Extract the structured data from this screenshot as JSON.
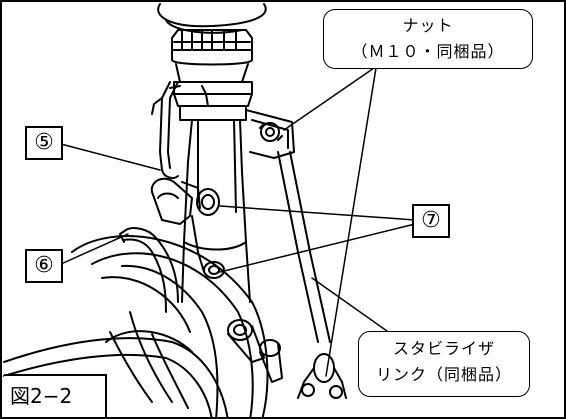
{
  "figure": {
    "label": "図2−2"
  },
  "callouts": {
    "nut": {
      "line1": "ナット",
      "line2": "（Ｍ１０・同梱品）"
    },
    "stabilizer_link": {
      "line1": "スタビライザ",
      "line2": "リンク（同梱品）"
    },
    "item_5": "⑤",
    "item_6": "⑥",
    "item_7": "⑦"
  },
  "colors": {
    "line": "#000000",
    "background": "#ffffff"
  }
}
